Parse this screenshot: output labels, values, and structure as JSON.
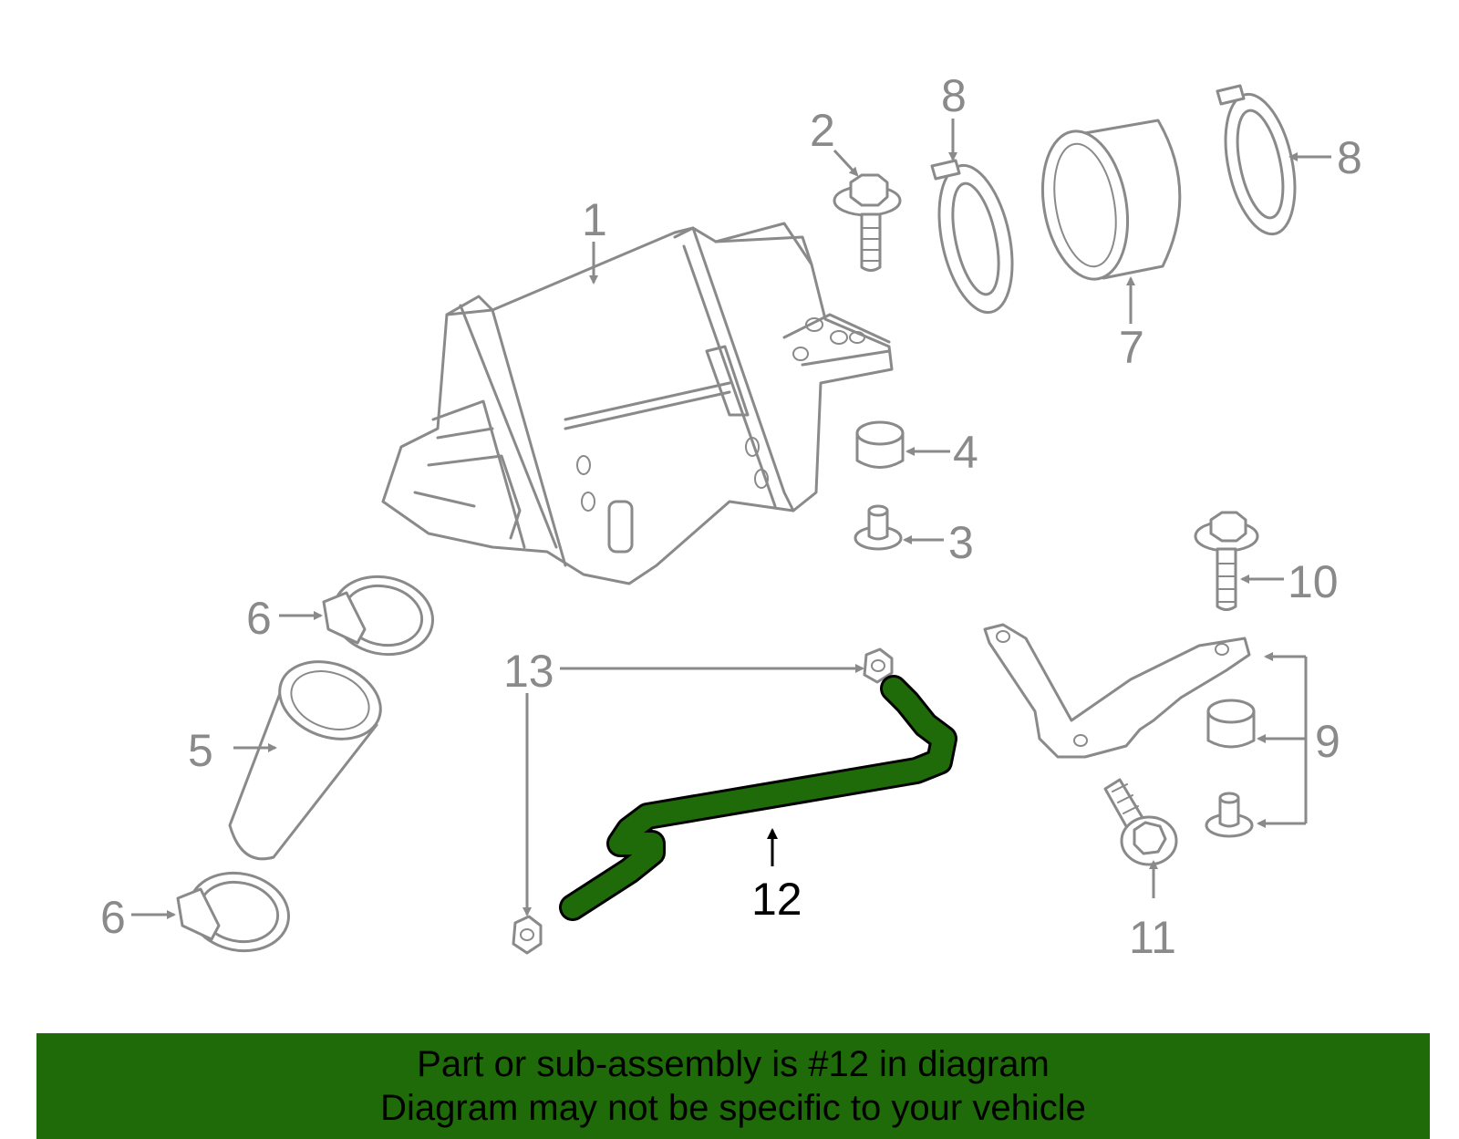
{
  "callouts": {
    "c1": "1",
    "c2": "2",
    "c3": "3",
    "c4": "4",
    "c5": "5",
    "c6a": "6",
    "c6b": "6",
    "c7": "7",
    "c8a": "8",
    "c8b": "8",
    "c9": "9",
    "c10": "10",
    "c11": "11",
    "c12": "12",
    "c13": "13"
  },
  "highlight": {
    "part": "12",
    "color": "#1f6b0a"
  },
  "banner": {
    "line1": "Part or sub-assembly is #12 in diagram",
    "line2": "Diagram may not be specific to your vehicle",
    "color": "#1f6b0a"
  }
}
